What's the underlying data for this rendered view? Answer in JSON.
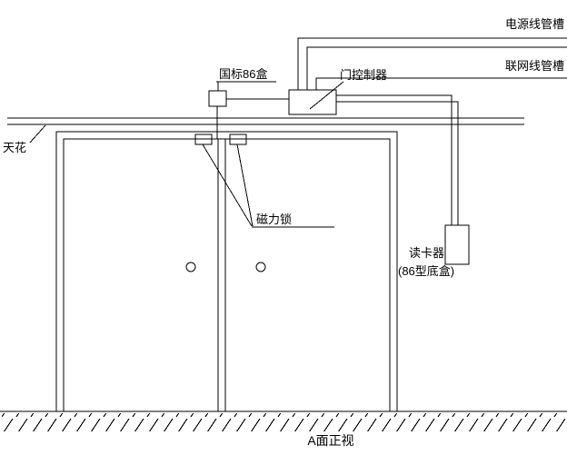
{
  "labels": {
    "power_conduit": "电源线管槽",
    "network_conduit": "联网线管槽",
    "gb86_box": "国标86盒",
    "door_controller": "门控制器",
    "ceiling": "天花",
    "magnetic_lock": "磁力锁",
    "card_reader": "读卡器",
    "card_reader_box": "(86型底盒)",
    "caption": "A面正视"
  },
  "colors": {
    "line": "#000000",
    "background": "#ffffff"
  }
}
